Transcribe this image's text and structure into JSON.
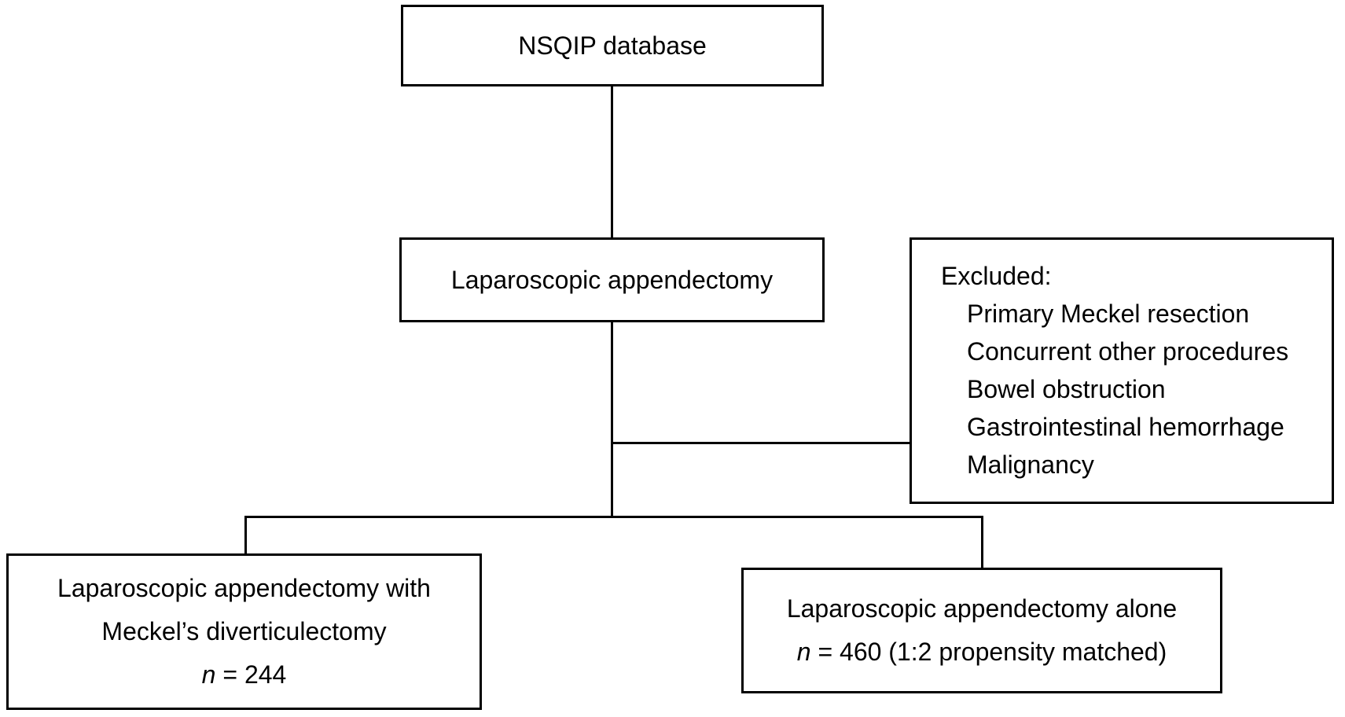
{
  "diagram": {
    "type": "flowchart",
    "colors": {
      "line": "#000000",
      "background": "#ffffff",
      "text": "#000000"
    },
    "boxes": {
      "top": {
        "label": "NSQIP database"
      },
      "middle": {
        "label": "Laparoscopic appendectomy"
      },
      "excluded": {
        "title": "Excluded:",
        "items": [
          "Primary Meckel resection",
          "Concurrent other procedures",
          "Bowel obstruction",
          "Gastrointestinal hemorrhage",
          "Malignancy"
        ]
      },
      "bottom_left": {
        "line1": "Laparoscopic appendectomy with",
        "line2": "Meckel’s diverticulectomy",
        "n_italic": "n",
        "n_text": " = 244"
      },
      "bottom_right": {
        "line1": "Laparoscopic appendectomy alone",
        "n_italic": "n",
        "n_text": " = 460 (1:2 propensity matched)"
      }
    }
  }
}
